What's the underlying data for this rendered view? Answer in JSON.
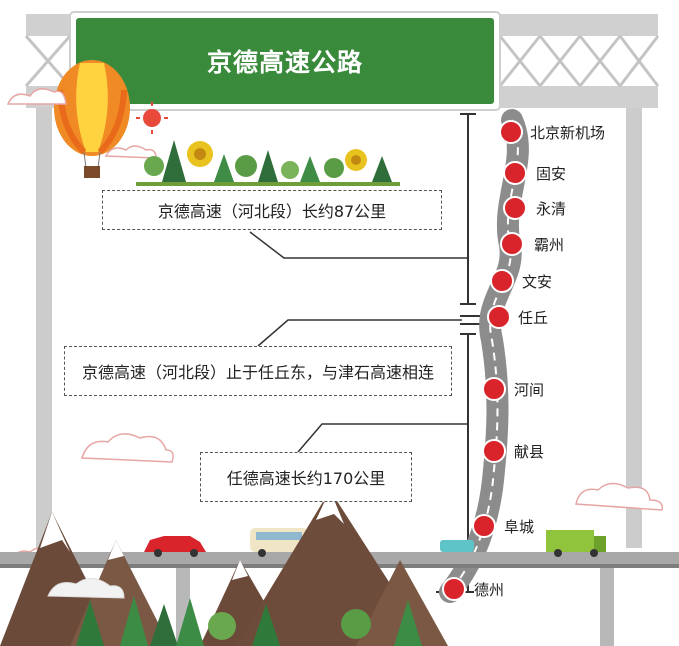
{
  "sign": {
    "title": "京德高速公路"
  },
  "stations": [
    {
      "name": "北京新机场"
    },
    {
      "name": "固安"
    },
    {
      "name": "永清"
    },
    {
      "name": "霸州"
    },
    {
      "name": "文安"
    },
    {
      "name": "任丘"
    },
    {
      "name": "河间"
    },
    {
      "name": "献县"
    },
    {
      "name": "阜城"
    },
    {
      "name": "德州"
    }
  ],
  "notes": {
    "hebei_length": "京德高速（河北段）长约87公里",
    "hebei_end": "京德高速（河北段）止于任丘东，与津石高速相连",
    "ren_de_length": "任德高速长约170公里"
  },
  "colors": {
    "sign_green": "#3a8a3c",
    "station_red": "#d9242b",
    "road_gray": "#8c8c8c",
    "frame_gray": "#c9c9c9"
  }
}
